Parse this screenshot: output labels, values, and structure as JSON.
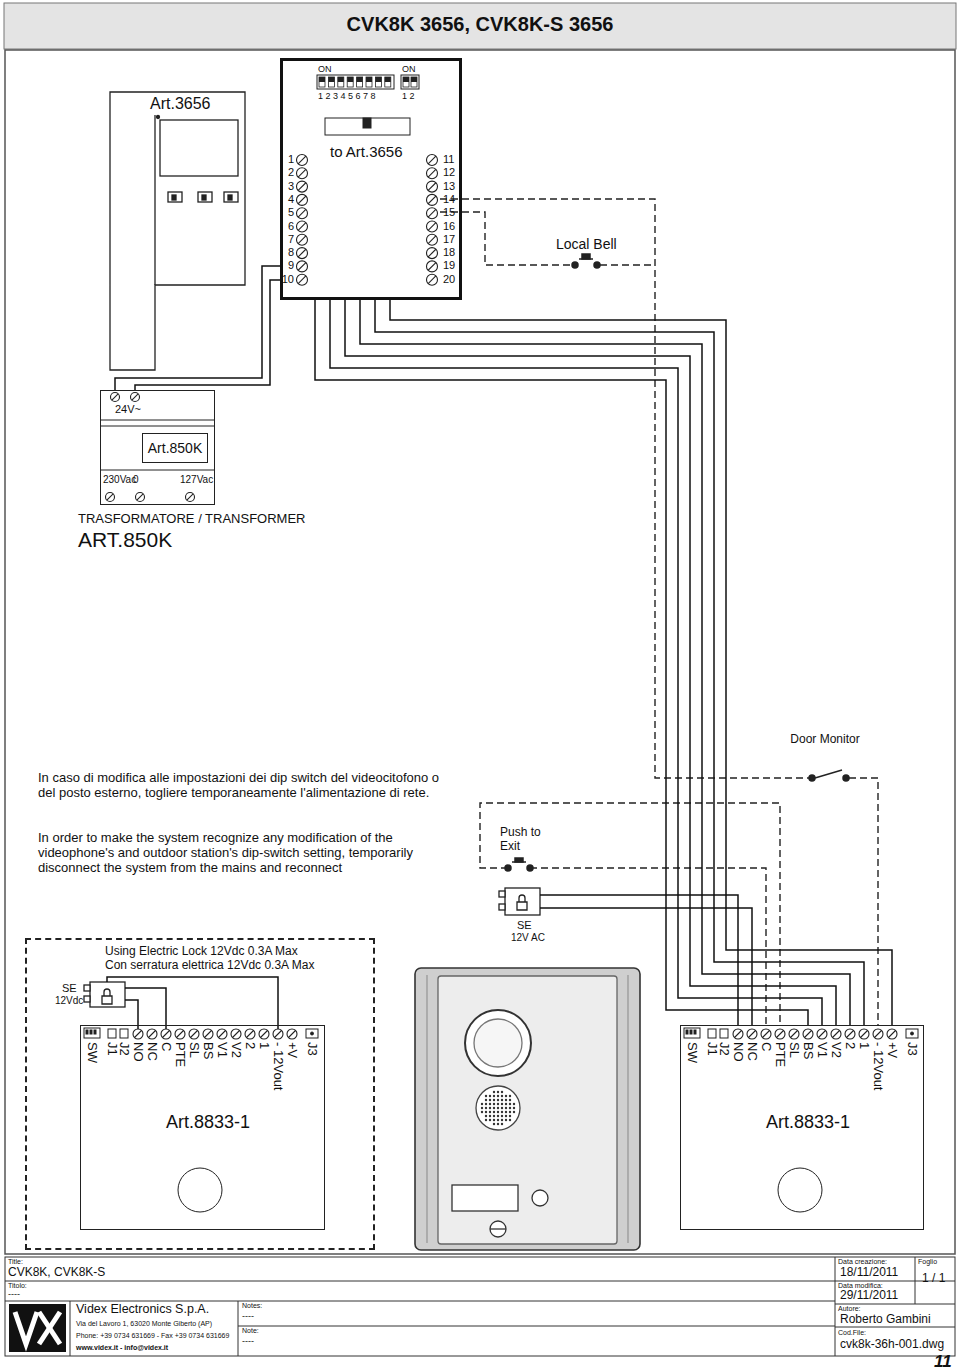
{
  "diagram": {
    "title": "CVK8K 3656, CVK8K-S 3656",
    "nodes": [
      {
        "text": [
          "Art.3656"
        ]
      },
      {
        "text": [
          "to Art.3656"
        ]
      },
      {
        "text": [
          "24V~"
        ]
      },
      {
        "text": [
          "Art.850K"
        ],
        "in": 2
      },
      {
        "text": [
          "Using Electric Lock 12Vdc 0.3A Max",
          "Con serratura elettrica 12Vdc 0.3A Max"
        ]
      },
      {
        "text": [
          "Art.8833-1"
        ],
        "in": 4
      },
      {
        "text": [
          "Art.8833-1"
        ]
      }
    ],
    "edges": [
      {
        "from": 1,
        "to": 2,
        "arrow": "none"
      },
      {
        "from": 1,
        "to": 2,
        "arrow": "none"
      },
      {
        "from": 1,
        "to": 6,
        "arrow": "none"
      },
      {
        "from": 1,
        "to": 6,
        "arrow": "none"
      },
      {
        "from": 1,
        "to": 6,
        "arrow": "none"
      },
      {
        "from": 1,
        "to": 6,
        "arrow": "none"
      },
      {
        "from": 1,
        "to": 6,
        "arrow": "none"
      },
      {
        "from": 1,
        "to": 6,
        "arrow": "none"
      }
    ],
    "labels": [
      "ON",
      "1 2 3 4 5 6 7 8",
      "ON",
      "1 2",
      "1",
      "2",
      "3",
      "4",
      "5",
      "6",
      "7",
      "8",
      "9",
      "10",
      "11",
      "12",
      "13",
      "14",
      "15",
      "16",
      "17",
      "18",
      "19",
      "20",
      "Local Bell",
      "230Vac",
      "0",
      "127Vac",
      "TRASFORMATORE / TRANSFORMER",
      "ART.850K",
      "In caso di modifica alle impostazioni dei dip switch del videocitofono o del posto esterno, togliere temporaneamente l'alimentazione di rete.",
      "In order to make the system recognize any modification of the videophone's and outdoor station's dip-switch setting, temporarily disconnect the system from the mains and reconnect",
      "Door Monitor",
      "Push to Exit",
      "SE",
      "12V AC",
      "SE",
      "12Vdc",
      "SW",
      "J1",
      "J2",
      "NO",
      "NC",
      "C",
      "PTE",
      "SL",
      "BS",
      "V1",
      "V2",
      "2",
      "1",
      "-",
      "12Vout",
      "+V",
      "J3",
      "SW",
      "J1",
      "J2",
      "NO",
      "NC",
      "C",
      "PTE",
      "SL",
      "BS",
      "V1",
      "V2",
      "2",
      "1",
      "-",
      "12Vout",
      "+V",
      "J3",
      "Title:",
      "CVK8K, CVK8K-S",
      "Titolo:",
      "----",
      "Videx Electronics S.p.A.",
      "Via del Lavoro 1, 63020 Monte Giberto (AP)",
      "Phone: +39 0734 631669 - Fax +39 0734 631669",
      "www.videx.it - info@videx.it",
      "Notes:",
      "----",
      "Note:",
      "----",
      "Data creazione:",
      "18/11/2011",
      "Data modifica:",
      "29/11/2011",
      "Autore:",
      "Roberto Gambini",
      "Cod.File:",
      "cvk8k-36h-001.dwg",
      "Foglio",
      "1 / 1",
      "11"
    ]
  }
}
